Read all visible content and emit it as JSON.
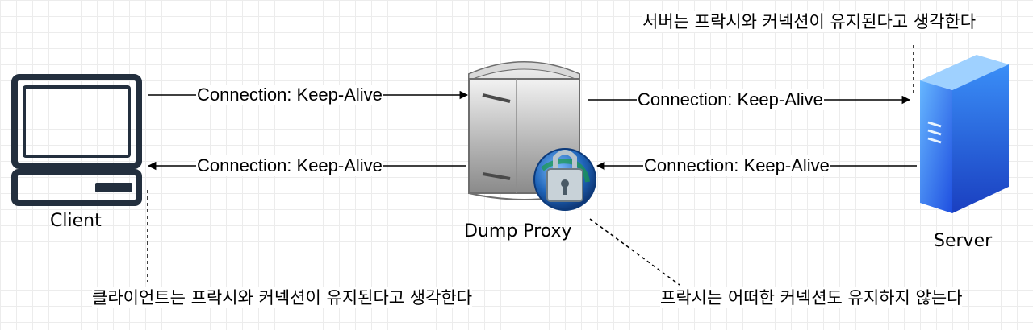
{
  "nodes": {
    "client": "Client",
    "proxy": "Dump Proxy",
    "server": "Server"
  },
  "edges": {
    "client_to_proxy": "Connection: Keep-Alive",
    "proxy_to_client": "Connection: Keep-Alive",
    "proxy_to_server": "Connection: Keep-Alive",
    "server_to_proxy": "Connection: Keep-Alive"
  },
  "notes": {
    "server_note": "서버는 프락시와 커넥션이 유지된다고 생각한다",
    "client_note": "클라이언트는 프락시와 커넥션이 유지된다고 생각한다",
    "proxy_note": "프락시는 어떠한 커넥션도 유지하지 않는다"
  },
  "colors": {
    "line": "#000000",
    "client_icon": "#232f3e",
    "server_blue": "#2f78f6",
    "proxy_gray": "#9a9a9a",
    "lock_globe": "#1f5fa8"
  }
}
